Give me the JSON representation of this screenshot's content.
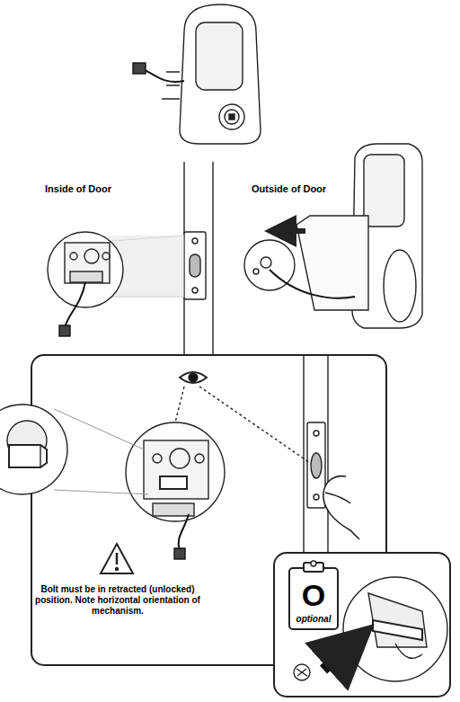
{
  "diagram": {
    "labels": [
      "Inside of Door",
      "Outside of Door",
      "Bolt must be in retracted (unlocked) position. Note horizontal orientation of mechanism.",
      "O",
      "optional"
    ]
  }
}
